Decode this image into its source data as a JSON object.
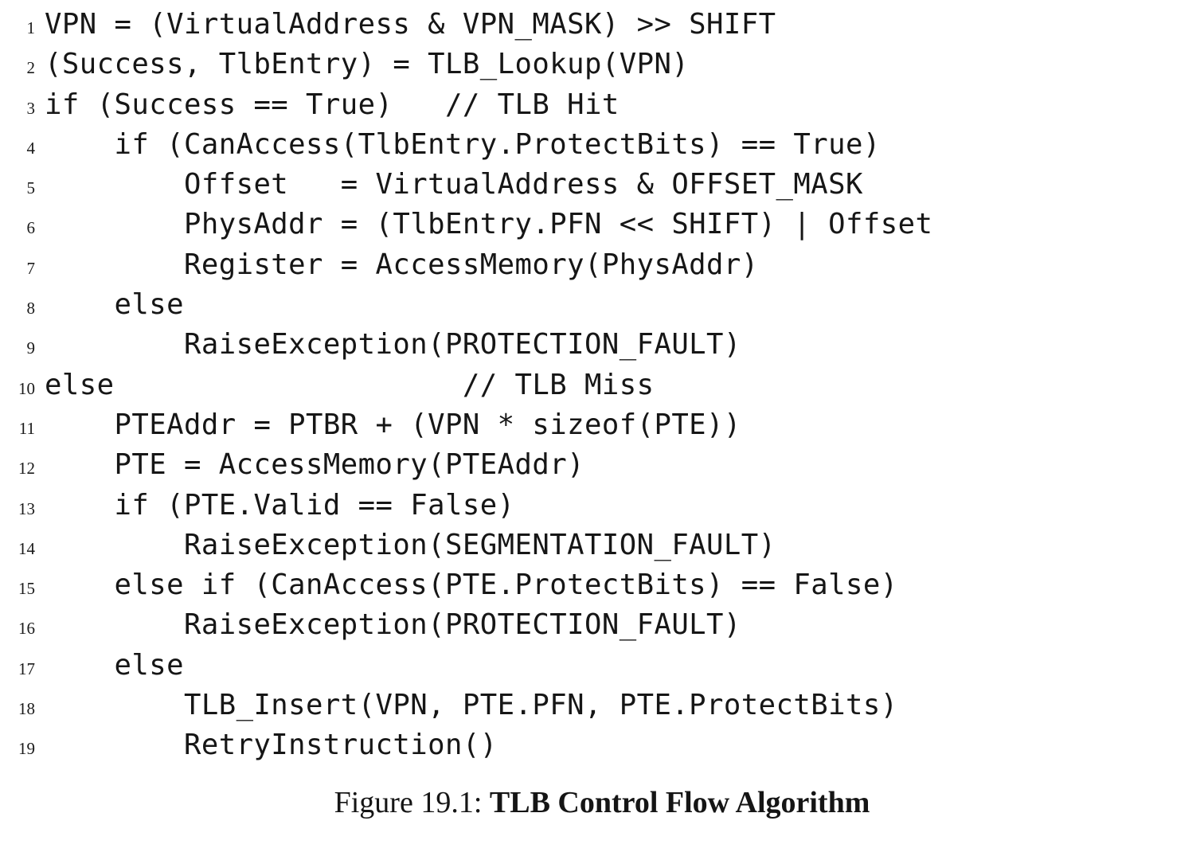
{
  "figure": {
    "caption_label": "Figure 19.1:",
    "caption_title": "TLB Control Flow Algorithm",
    "language": "pseudocode",
    "line_count": 19
  },
  "code": {
    "lines": [
      {
        "number": "1",
        "text": "VPN = (VirtualAddress & VPN_MASK) >> SHIFT"
      },
      {
        "number": "2",
        "text": "(Success, TlbEntry) = TLB_Lookup(VPN)"
      },
      {
        "number": "3",
        "text": "if (Success == True)   // TLB Hit"
      },
      {
        "number": "4",
        "text": "    if (CanAccess(TlbEntry.ProtectBits) == True)"
      },
      {
        "number": "5",
        "text": "        Offset   = VirtualAddress & OFFSET_MASK"
      },
      {
        "number": "6",
        "text": "        PhysAddr = (TlbEntry.PFN << SHIFT) | Offset"
      },
      {
        "number": "7",
        "text": "        Register = AccessMemory(PhysAddr)"
      },
      {
        "number": "8",
        "text": "    else"
      },
      {
        "number": "9",
        "text": "        RaiseException(PROTECTION_FAULT)"
      },
      {
        "number": "10",
        "text": "else                    // TLB Miss"
      },
      {
        "number": "11",
        "text": "    PTEAddr = PTBR + (VPN * sizeof(PTE))"
      },
      {
        "number": "12",
        "text": "    PTE = AccessMemory(PTEAddr)"
      },
      {
        "number": "13",
        "text": "    if (PTE.Valid == False)"
      },
      {
        "number": "14",
        "text": "        RaiseException(SEGMENTATION_FAULT)"
      },
      {
        "number": "15",
        "text": "    else if (CanAccess(PTE.ProtectBits) == False)"
      },
      {
        "number": "16",
        "text": "        RaiseException(PROTECTION_FAULT)"
      },
      {
        "number": "17",
        "text": "    else"
      },
      {
        "number": "18",
        "text": "        TLB_Insert(VPN, PTE.PFN, PTE.ProtectBits)"
      },
      {
        "number": "19",
        "text": "        RetryInstruction()"
      }
    ]
  },
  "colors": {
    "background": "#ffffff",
    "code_text": "#161616",
    "line_number": "#1a1a1a",
    "caption_text": "#151515"
  }
}
